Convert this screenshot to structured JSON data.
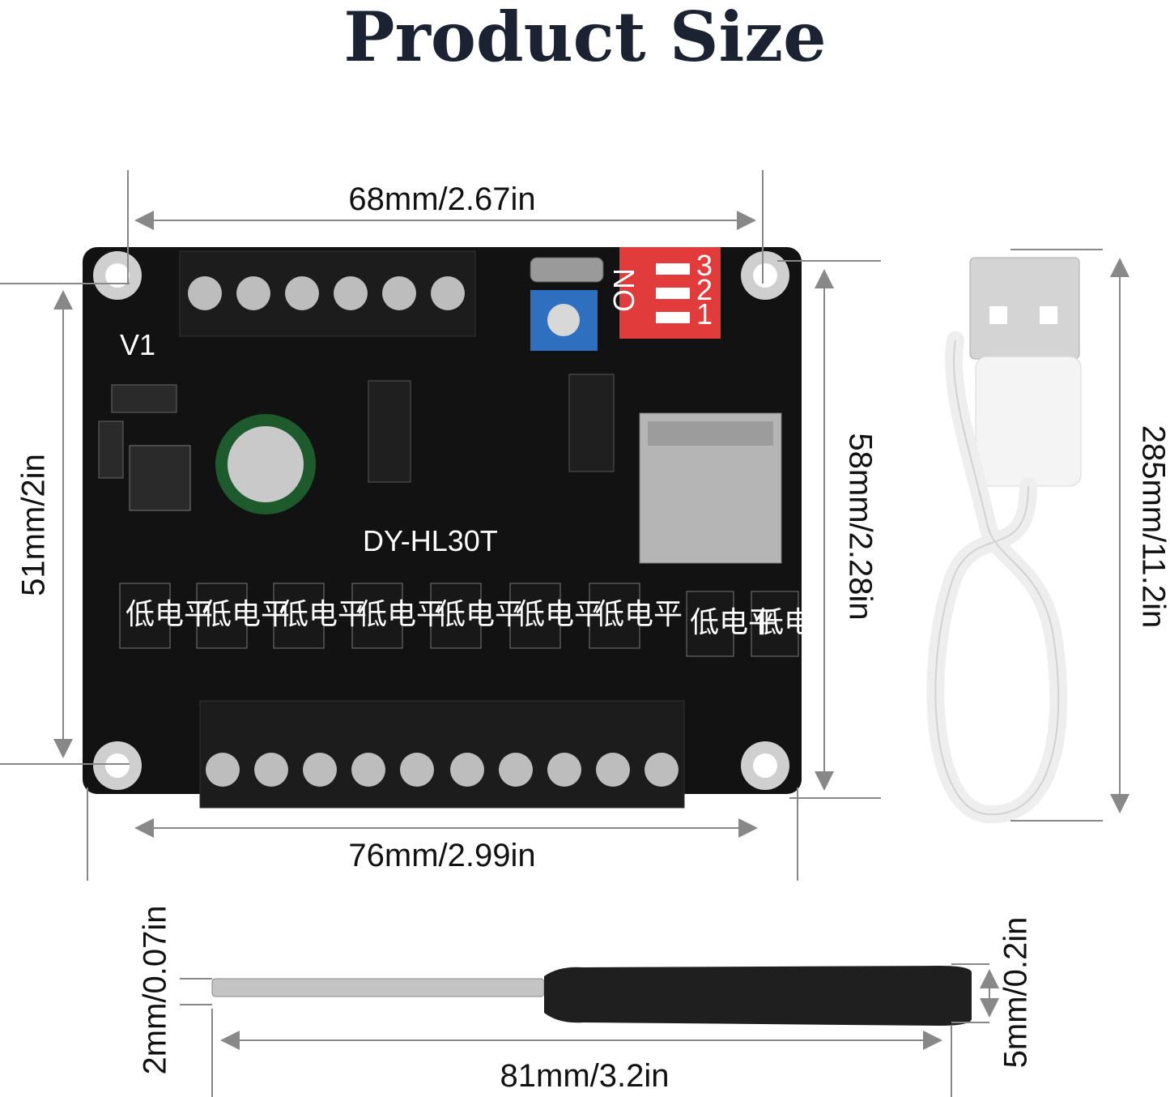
{
  "title": "Product Size",
  "board": {
    "model": "DY-HL30T",
    "silk_v1": "V1",
    "dip_on": "ON",
    "dip_numbers": [
      "1",
      "2",
      "3"
    ],
    "trigger_label": "低电平"
  },
  "dimensions": {
    "board_top_width": "68mm/2.67in",
    "board_bottom_width": "76mm/2.99in",
    "board_left_height": "51mm/2in",
    "board_right_height": "58mm/2.28in",
    "cable_length": "285mm/11.2in",
    "screwdriver_length": "81mm/3.2in",
    "screwdriver_tip": "2mm/0.07in",
    "screwdriver_handle": "5mm/0.2in"
  }
}
